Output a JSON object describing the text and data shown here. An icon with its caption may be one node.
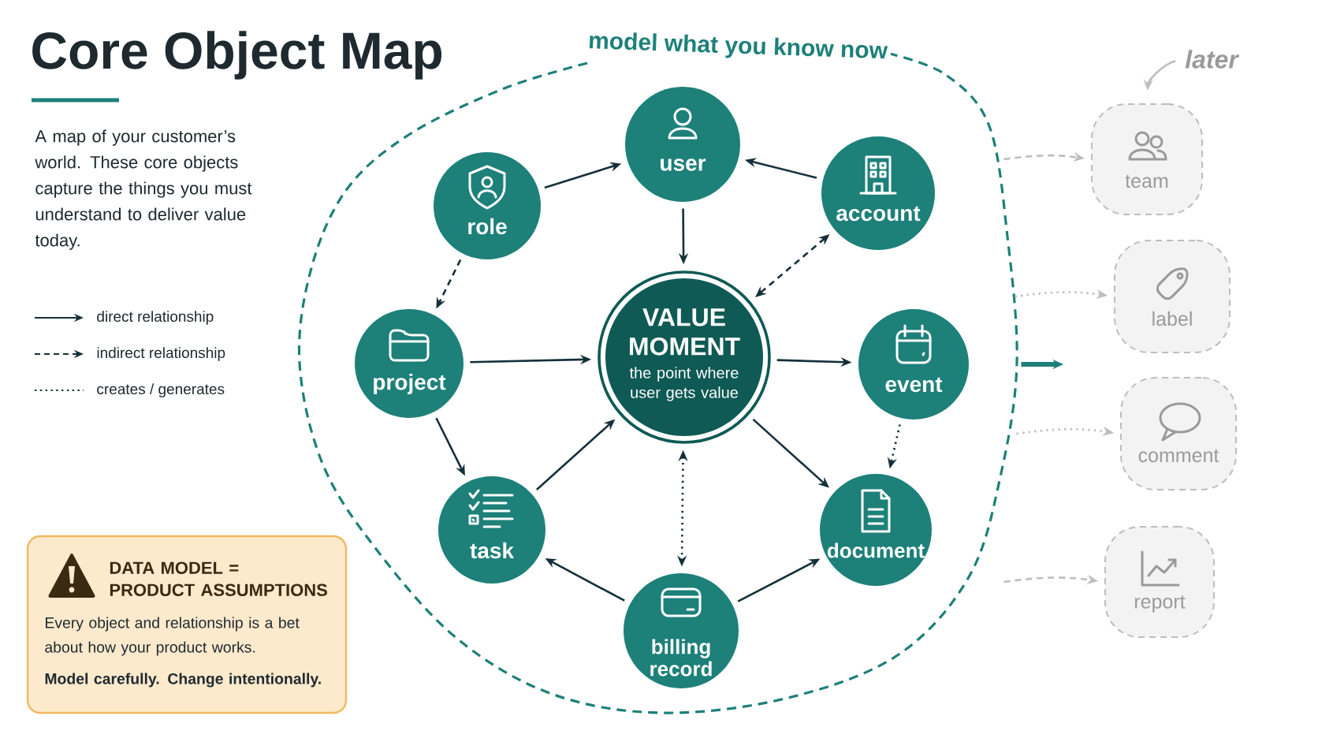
{
  "diagram": {
    "title": "Core Object Map",
    "nodes": [
      {
        "text": [
          "model what you know now"
        ]
      },
      {
        "text": [
          "role"
        ],
        "in": 0
      },
      {
        "text": [
          "user"
        ],
        "in": 0
      },
      {
        "text": [
          "account"
        ],
        "in": 0
      },
      {
        "text": [
          "project"
        ],
        "in": 0
      },
      {
        "text": [
          "VALUE MOMENT",
          "the point where user gets value"
        ],
        "in": 0
      },
      {
        "text": [
          "event"
        ],
        "in": 0
      },
      {
        "text": [
          "task"
        ],
        "in": 0
      },
      {
        "text": [
          "document"
        ],
        "in": 0
      },
      {
        "text": [
          "billing record"
        ],
        "in": 0
      },
      {
        "text": [
          "later"
        ]
      },
      {
        "text": [
          "team"
        ]
      },
      {
        "text": [
          "label"
        ]
      },
      {
        "text": [
          "comment"
        ]
      },
      {
        "text": [
          "report"
        ]
      },
      {
        "text": [
          "DATA MODEL = PRODUCT ASSUMPTIONS",
          "Every object and relationship is a bet about how your product works.",
          "Model carefully. Change intentionally."
        ]
      }
    ],
    "edges": [
      {
        "from": 1,
        "to": 2,
        "arrow": "to"
      },
      {
        "from": 3,
        "to": 2,
        "arrow": "to"
      },
      {
        "from": 2,
        "to": 5,
        "arrow": "to"
      },
      {
        "from": 3,
        "to": 5,
        "arrow": "both",
        "style": "dashed"
      },
      {
        "from": 1,
        "to": 4,
        "arrow": "to",
        "style": "dashed"
      },
      {
        "from": 4,
        "to": 5,
        "arrow": "to"
      },
      {
        "from": 5,
        "to": 6,
        "arrow": "to"
      },
      {
        "from": 4,
        "to": 7,
        "arrow": "to"
      },
      {
        "from": 7,
        "to": 5,
        "arrow": "to"
      },
      {
        "from": 5,
        "to": 8,
        "arrow": "to"
      },
      {
        "from": 6,
        "to": 8,
        "arrow": "to",
        "style": "dashed"
      },
      {
        "from": 5,
        "to": 9,
        "arrow": "both",
        "style": "dashed"
      },
      {
        "from": 9,
        "to": 7,
        "arrow": "to"
      },
      {
        "from": 9,
        "to": 8,
        "arrow": "to"
      },
      {
        "from": 0,
        "to": 11,
        "arrow": "to",
        "style": "dashed",
        "color": "#bdbdbd"
      },
      {
        "from": 0,
        "to": 12,
        "arrow": "to",
        "style": "dashed",
        "color": "#bdbdbd"
      },
      {
        "from": 0,
        "to": 13,
        "arrow": "to",
        "style": "dashed",
        "color": "#bdbdbd"
      },
      {
        "from": 0,
        "to": 14,
        "arrow": "to",
        "style": "dashed",
        "color": "#bdbdbd"
      },
      {
        "from": 0,
        "to": null,
        "arrow": "to",
        "style": "thick",
        "color": "#1d8079"
      },
      {
        "from": 10,
        "to": 11,
        "arrow": "to",
        "color": "#bdbdbd"
      }
    ],
    "labels": [
      "A map of your customer’s world. These core objects capture the things you must understand to deliver value today."
    ],
    "legend": [
      {
        "text": "direct relationship"
      },
      {
        "text": "indirect relationship"
      },
      {
        "text": "creates / generates"
      }
    ]
  }
}
